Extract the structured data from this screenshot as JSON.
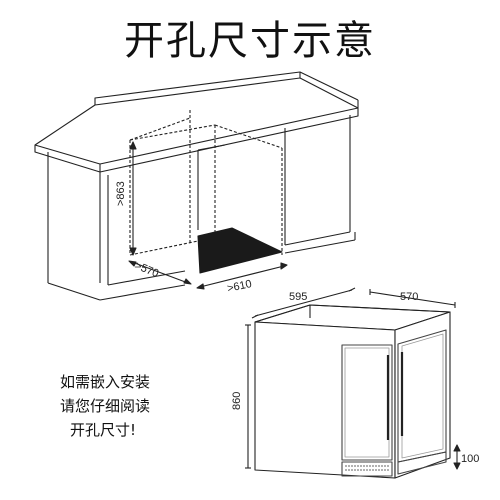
{
  "title": "开孔尺寸示意",
  "note": {
    "lines": [
      "如需嵌入安装",
      "请您仔细阅读",
      "开孔尺寸!"
    ]
  },
  "cutout": {
    "height": ">863",
    "depth": ">570",
    "width": ">610"
  },
  "appliance": {
    "width": "595",
    "depth": "570",
    "height": "860",
    "toe_clearance": "100"
  }
}
